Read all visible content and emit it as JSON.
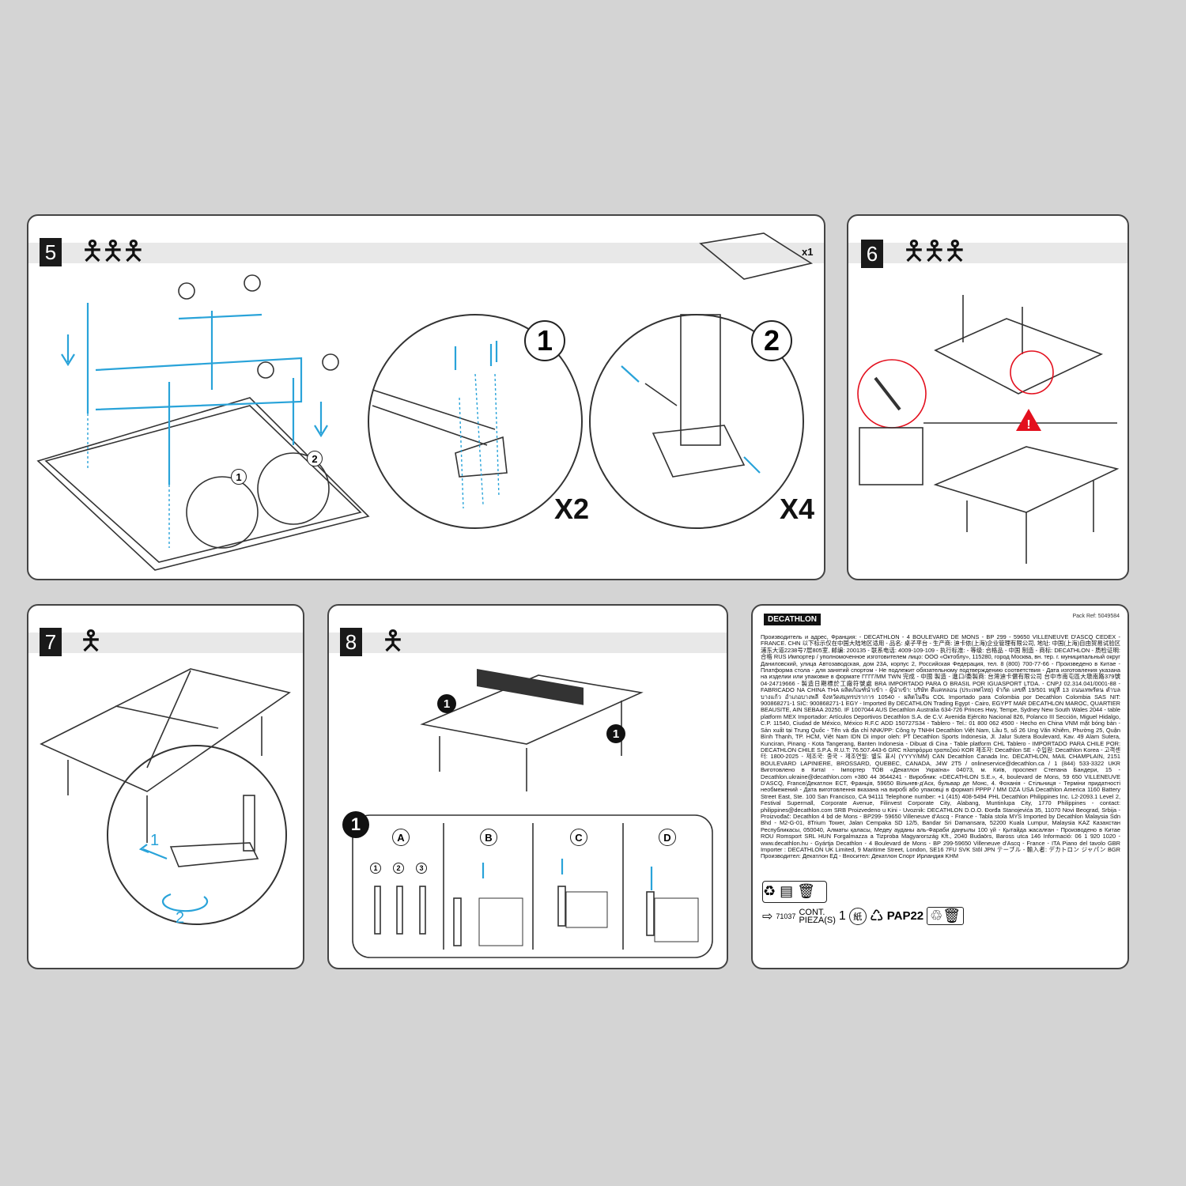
{
  "steps": [
    {
      "number": "5",
      "people_icon": "three-people-icon",
      "quantity": "x1",
      "detail_1": "1",
      "detail_2": "2",
      "multiplier_1": "X2",
      "multiplier_2": "X4"
    },
    {
      "number": "6",
      "people_icon": "three-people-icon",
      "warning_icon": "warning-triangle-icon"
    },
    {
      "number": "7",
      "people_icon": "one-person-icon",
      "arrow_1": "1",
      "arrow_2": "2"
    },
    {
      "number": "8",
      "people_icon": "one-person-icon",
      "callout": "1",
      "sub_steps": [
        "A",
        "B",
        "C",
        "D"
      ],
      "parts": [
        "1",
        "2",
        "3"
      ]
    }
  ],
  "legal": {
    "brand": "DECATHLON",
    "pack_ref": "Pack Ref: 5049584",
    "text": "Производитель и адрес, Франция: - DECATHLON - 4 BOULEVARD DE MONS - BP 299 - 59650 VILLENEUVE D'ASCQ CEDEX - FRANCE. CHN 以下标示仅在中国大陆地区适用 - 品名: 桌子平台 - 生产商: 迪卡侬(上海)企业管理有限公司, 地址: 中国(上海)自由贸易试验区浦东大道2238号7层805室, 邮编: 200135 - 联系电话: 4009-109-109 - 执行标准: - 等级: 合格品 - 中国 制造 - 商标: DECATHLON - 质检证明: 合格 RUS Импортер / уполномоченное изготовителем лицо: ООО «Октоблу», 115280, город Москва, вн. тер. г. муниципальный округ Даниловский, улица Автозаводская, дом 23А, корпус 2, Российская Федерация, тел. 8 (800) 700-77-66 - Произведено в Китае - Платформа стола - для занятий спортом - Не подлежит обязательному подтверждению соответствия - Дата изготовления указана на изделии или упаковке в формате ГГГГ/ММ TWN 完成 - 中國 製造 - 進口/委製商: 台灣迪卡儂有限公司 台中市南屯區大墩南路379號 04-24719666 - 製造日期標於工廠符號處 BRA IMPORTADO PARA O BRASIL POR IGUASPORT LTDA. - CNPJ 02.314.041/0001-88 - FABRICADO NA CHINA THA ผลิตภัณฑ์นำเข้า - ผู้นำเข้า: บริษัท ดีแคทลอน (ประเทศไทย) จำกัด เลขที่ 19/501 หมู่ที่ 13 ถนนเทพรัตน ตำบลบางแก้ว อำเภอบางพลี จังหวัดสมุทรปราการ 10540 - ผลิตในจีน COL Importado para Colombia por Decathlon Colombia SAS NIT: 900868271-1 SIC: 900868271-1 EGY - Imported By DECATHLON Trading Egypt - Cairo, EGYPT MAR DECATHLON MAROC, QUARTIER BEAUSITE, AIN SEBAA 20250. IF 1007044 AUS Decathlon Australia 634-726 Princes Hwy, Tempe, Sydney New South Wales 2044 - table platform MEX Importador: Artículos Deportivos Decathlon S.A. de C.V. Avenida Ejército Nacional 826, Polanco III Sección, Miguel Hidalgo, C.P. 11540, Ciudad de México, México R.F.C ADD 150727S34 - Tablero - Tel.: 01 800 062 4500 - Hecho en China VNM mặt bóng bàn - Sản xuất tại Trung Quốc - Tên và địa chỉ NNK/PP: Công ty TNHH Decathlon Việt Nam, Lầu 5, số 26 Ung Văn Khiêm, Phường 25, Quận Bình Thạnh, TP. HCM, Việt Nam IDN Di impor oleh: PT Decathlon Sports Indonesia, Jl. Jalur Sutera Boulevard, Kav. 49 Alam Sutera, Kunciran, Pinang - Kota Tangerang, Banten Indonesia - Dibuat di Cina - Table platform CHL Tablero - IMPORTADO PARA CHILE POR: DECATHLON CHILE S.P.A. R.U.T: 76.507.443-6 GRC πλατφόρμα τραπεζιού KOR 제조자: Decathlon SE - 수입원: Decathlon Korea - 고객센터: 1800-2025 - 제조국: 중국 - 제조연월: 별도 표시 (YYYY/MM) CAN Decathlon Canada Inc. DECATHLON, MAIL CHAMPLAIN, 2151 BOULEVARD LAPINIERE, BROSSARD, QUEBEC, CANADA, J4W 2T5 / onlineservice@decathlon.ca / 1 (844) 533-3322 UKR Виготовлено в Китаї - Імпортер ТОВ «Декатлон Україна» 04073, м. Київ, проспект Степана Бандери, 15 - Decathlon.ukraine@decathlon.com +380 44 3644241 - Виробник: «DECATHLON S.E.», 4, boulevard de Mons, 59 650 VILLENEUVE D'ASCQ, France/Декатлон ЕСТ, Франція, 59650 Вільнев-д'Аск, бульвар де Монс, 4. Фоханія - Стільниця - Терміни придатності необмежений - Дата виготовлення вказана на виробі або упаковці в форматі РРРР / ММ DZA USA Decathlon America 1160 Battery Street East, Ste. 100 San Francisco, CA 94111 Telephone number: +1 (415) 408-5494 PHL Decathlon Philippines Inc. L2-2093.1 Level 2, Festival Supermall, Corporate Avenue, Filinvest Corporate City, Alabang, Muntinlupa City, 1770 Philippines - contact: philippines@decathlon.com SRB Proizvedeno u Kini - Uvoznik: DECATHLON D.O.O. Đorđa Stanojevića 35, 11070 Novi Beograd, Srbija - Proizvođač: Decathlon 4 bd de Mons - BP299- 59650 Villeneuve d'Ascq - France - Tabla stola MYS Imported by Decathlon Malaysia Sdn Bhd - M2-G-01, 8Trium Tower, Jalan Cempaka SD 12/5, Bandar Sri Damansara, 52200 Kuala Lumpur, Malaysia KAZ Казахстан Республикасы, 050040, Алматы қаласы, Медеу ауданы аль-Фараби даңғылы 100 үй - Қытайда жасалған - Производено в Китае ROU Romsport SRL HUN Forgalmazza a Tizproba Magyarország Kft., 2040 Budaörs, Baross utca 146 Informació: 06 1 920 1020 - www.decathlon.hu - Gyártja Decathlon - 4 Boulevard de Mons - BP 299-59650 Villeneuve d'Ascq - France - ITA Piano del tavolo GBR Importer : DECATHLON UK Limited, 9 Maritime Street, London, SE16 7FU SVK Stôl JPN テーブル - 輸入者: デカトロン ジャパン BGR Производител: Декатлон ЕД - Вносител: Декатлон Спорт Ирландия KHM",
    "recycle_code": "71037",
    "cont_label": "CONT.",
    "pieces_label": "PIEZA(S)",
    "pieces_count": "1",
    "paper_mark": "紙",
    "pap_code": "PAP22"
  },
  "colors": {
    "accent": "#29a3d9",
    "warning": "#e3101e",
    "background": "#d4d4d4"
  }
}
